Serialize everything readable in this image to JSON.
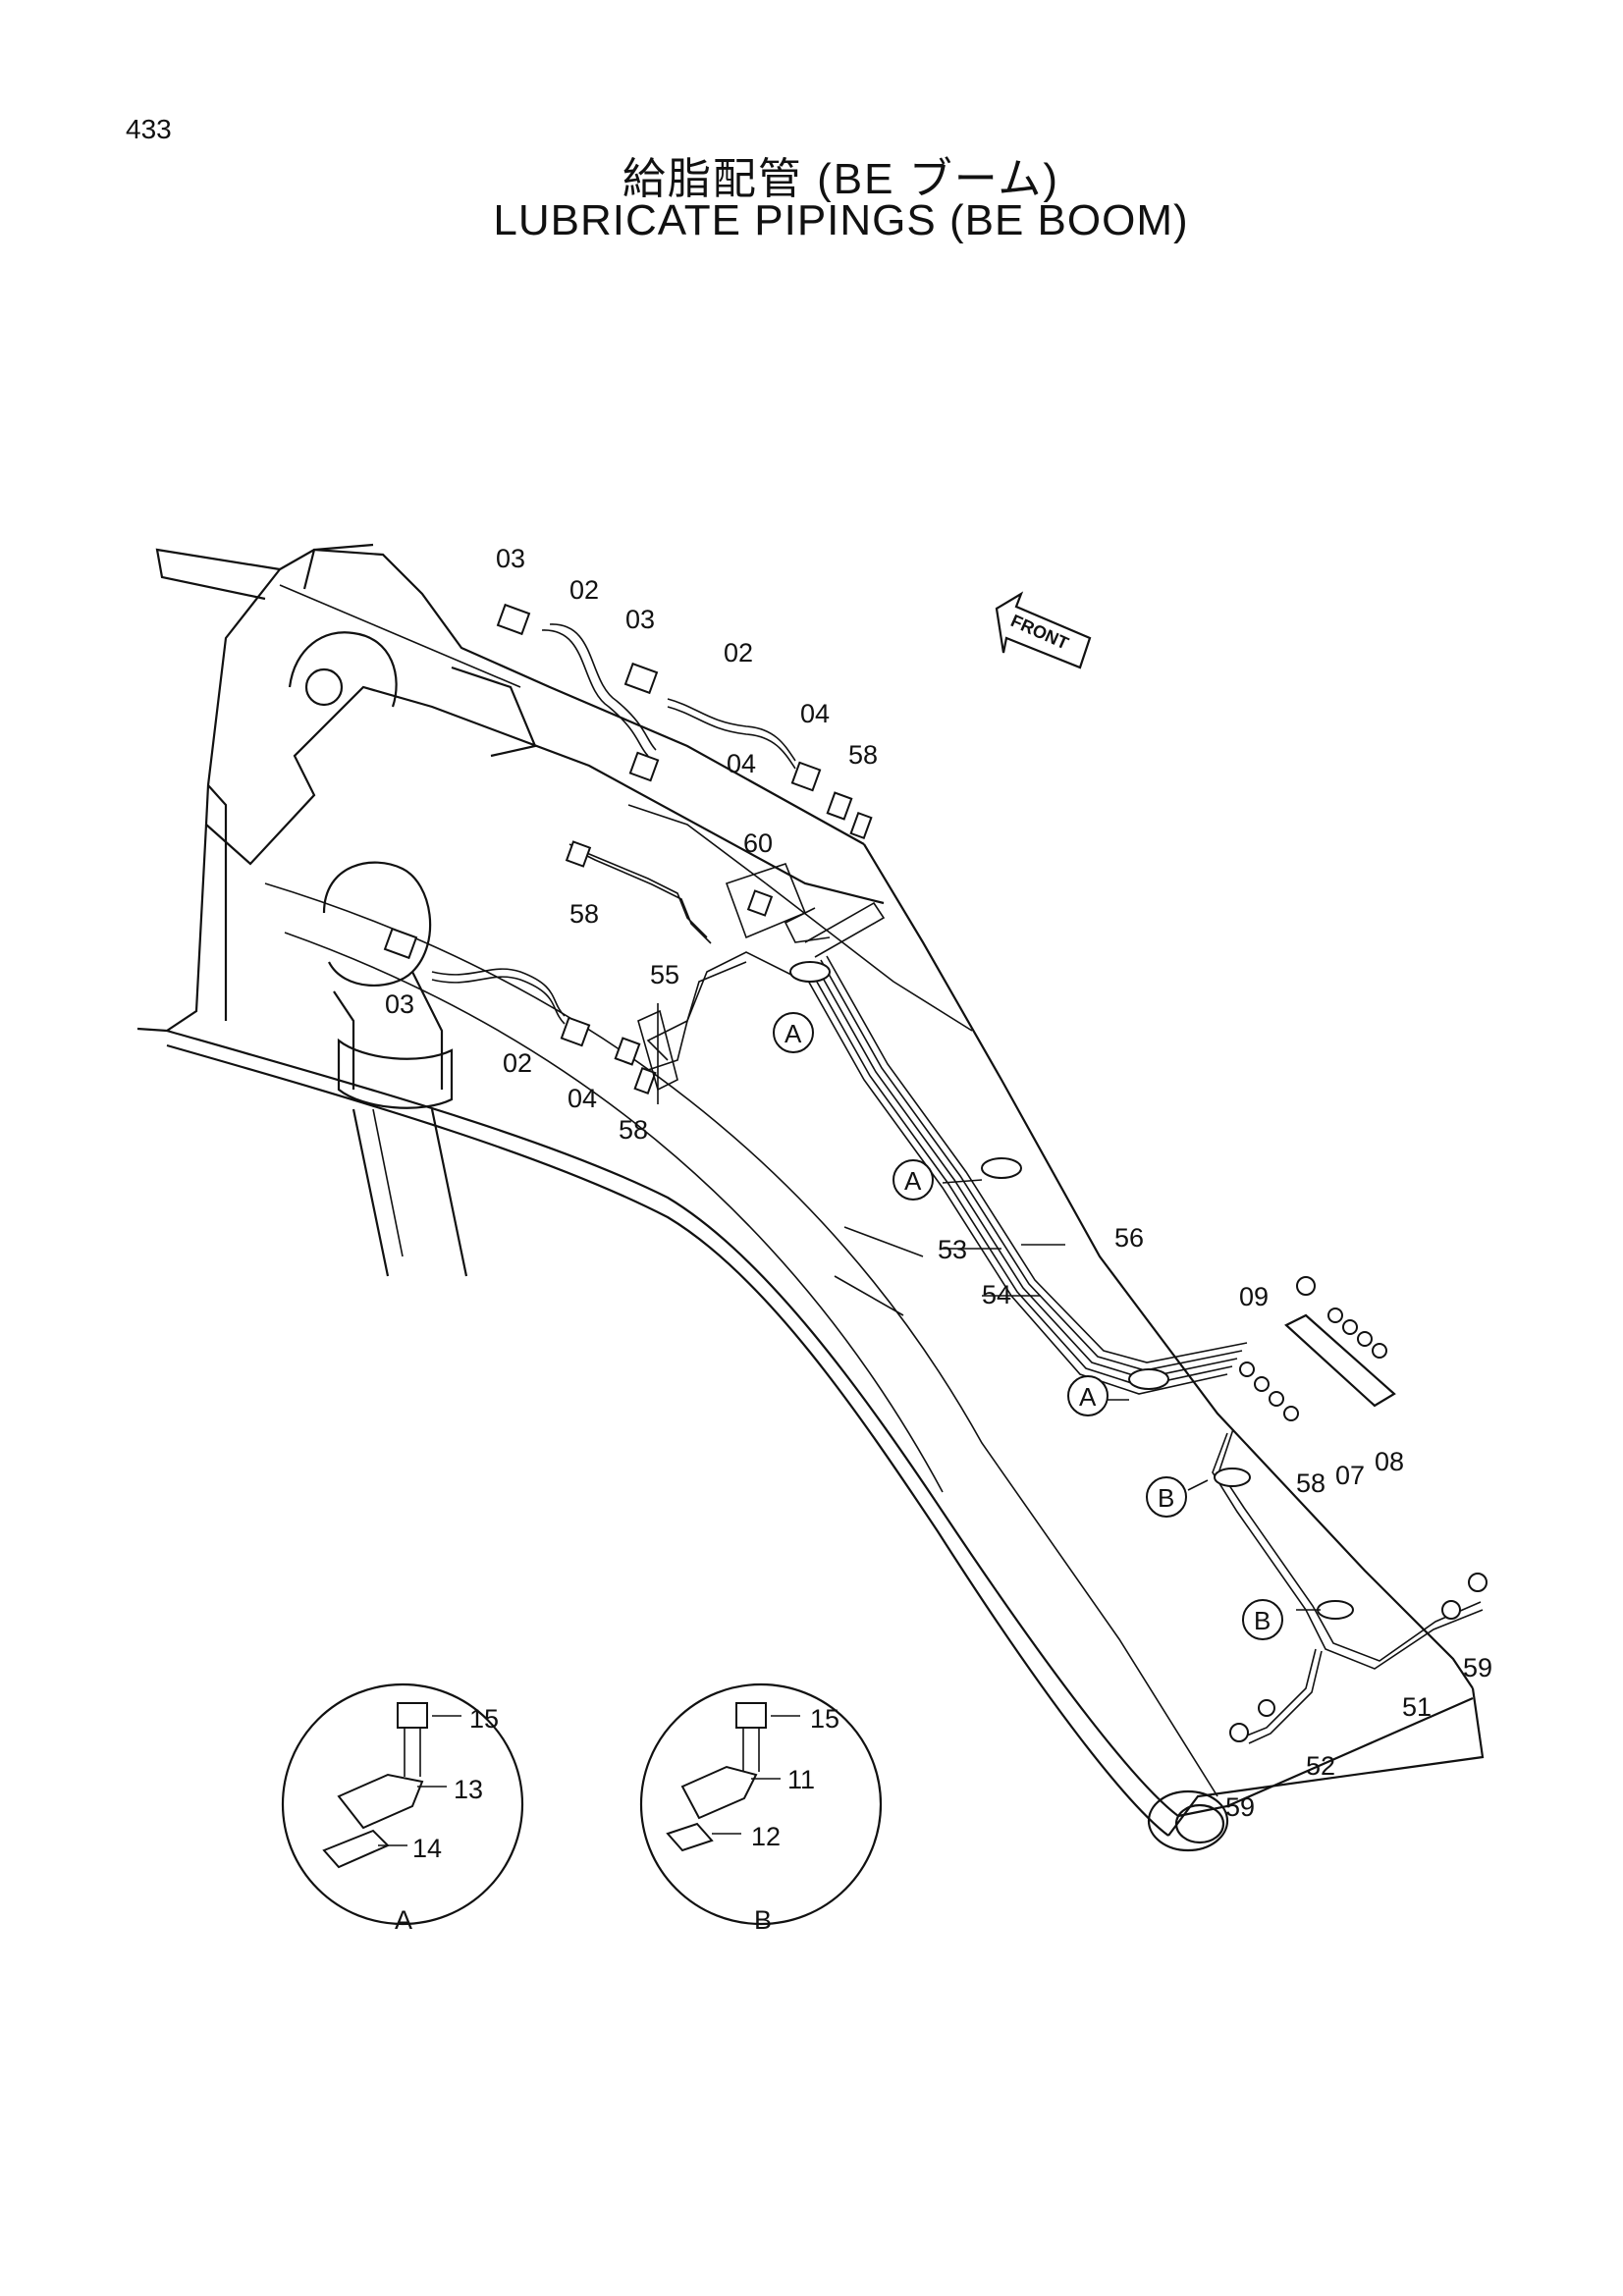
{
  "header": {
    "page_number": "433",
    "title_jp": "給脂配管 (BE ブーム)",
    "title_en": "LUBRICATE PIPINGS (BE BOOM)"
  },
  "direction_marker": "FRONT",
  "part_labels": {
    "p02a": "02",
    "p02b": "02",
    "p02c": "02",
    "p03a": "03",
    "p03b": "03",
    "p03c": "03",
    "p04a": "04",
    "p04b": "04",
    "p04c": "04",
    "p58a": "58",
    "p58b": "58",
    "p58c": "58",
    "p58d": "58",
    "p60": "60",
    "p55": "55",
    "p53": "53",
    "p54": "54",
    "p56": "56",
    "p09": "09",
    "p07": "07",
    "p08": "08",
    "p51": "51",
    "p52": "52",
    "p59a": "59",
    "p59b": "59",
    "p15a": "15",
    "p13": "13",
    "p14": "14",
    "p15b": "15",
    "p11": "11",
    "p12": "12"
  },
  "section_refs": {
    "a1": "A",
    "a2": "A",
    "a3": "A",
    "b1": "B",
    "b2": "B"
  },
  "detail_views": {
    "a": "A",
    "b": "B"
  }
}
